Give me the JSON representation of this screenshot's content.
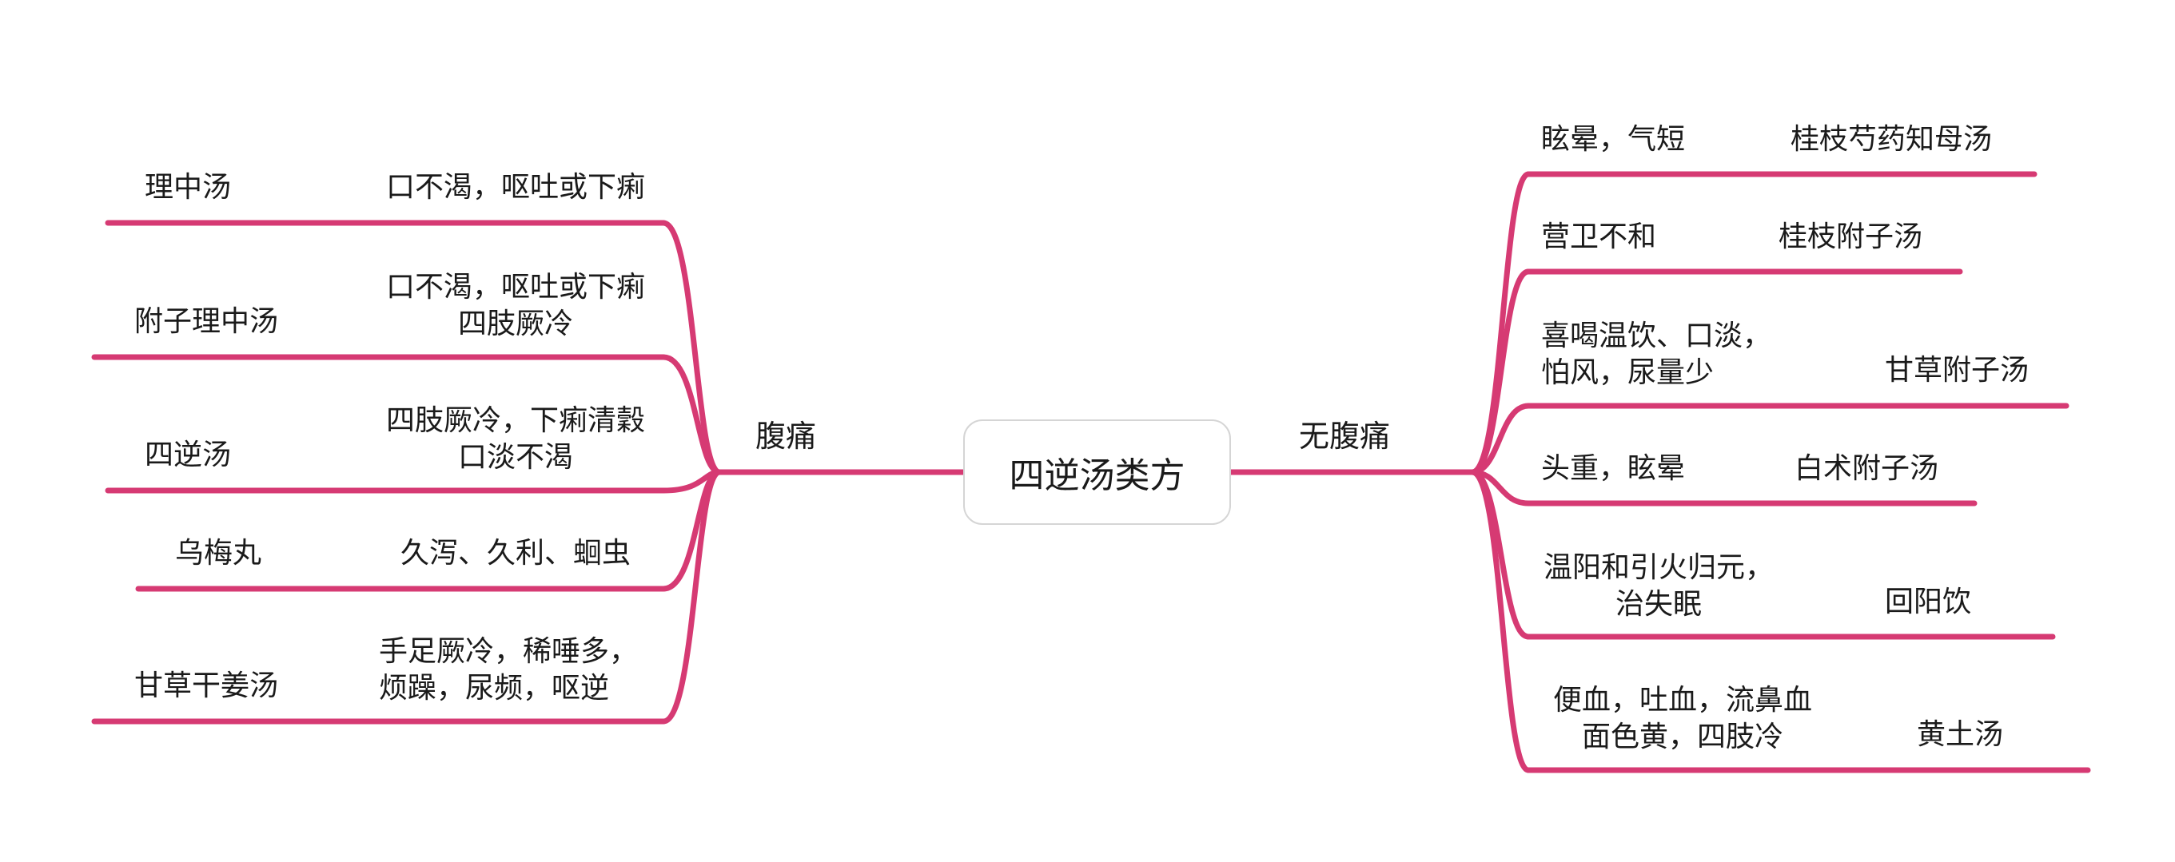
{
  "root": "四逆汤类方",
  "branches": {
    "left": {
      "label": "腹痛",
      "items": [
        {
          "symptom": "口不渴，呕吐或下痢",
          "formula": "理中汤"
        },
        {
          "symptom": "口不渴，呕吐或下痢\n四肢厥冷",
          "formula": "附子理中汤"
        },
        {
          "symptom": "四肢厥冷，下痢清穀\n口淡不渴",
          "formula": "四逆汤"
        },
        {
          "symptom": "久泻、久利、蛔虫",
          "formula": "乌梅丸"
        },
        {
          "symptom": "手足厥冷，稀唾多，\n烦躁，尿频，呕逆",
          "formula": "甘草干姜汤"
        }
      ]
    },
    "right": {
      "label": "无腹痛",
      "items": [
        {
          "symptom": "眩晕，气短",
          "formula": "桂枝芍药知母汤"
        },
        {
          "symptom": "营卫不和",
          "formula": "桂枝附子汤"
        },
        {
          "symptom": "喜喝温饮、口淡，\n怕风，尿量少",
          "formula": "甘草附子汤"
        },
        {
          "symptom": "头重，眩晕",
          "formula": "白术附子汤"
        },
        {
          "symptom": "温阳和引火归元，\n治失眠",
          "formula": "回阳饮"
        },
        {
          "symptom": "便血，吐血，流鼻血\n面色黄，四肢冷",
          "formula": "黄土汤"
        }
      ]
    }
  },
  "colors": {
    "link": "#d63a73",
    "root_border": "#d5d5d5",
    "text": "#1a1a1a"
  }
}
